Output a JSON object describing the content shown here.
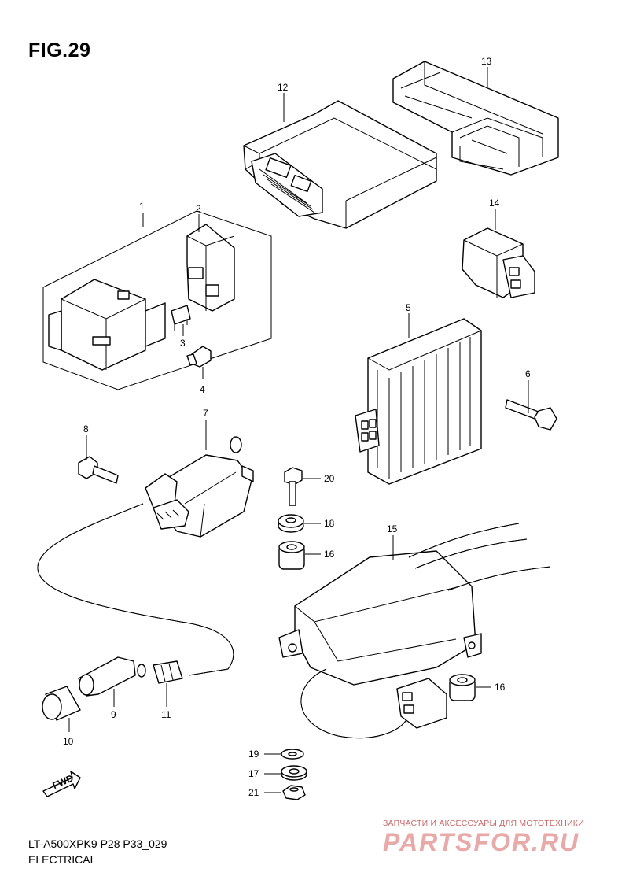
{
  "figure": {
    "title": "FIG.29",
    "model_code": "LT-A500XPK9 P28 P33_029",
    "section": "ELECTRICAL"
  },
  "callouts": [
    {
      "id": "c1",
      "label": "1"
    },
    {
      "id": "c2",
      "label": "2"
    },
    {
      "id": "c3",
      "label": "3"
    },
    {
      "id": "c4",
      "label": "4"
    },
    {
      "id": "c5",
      "label": "5"
    },
    {
      "id": "c6",
      "label": "6"
    },
    {
      "id": "c7",
      "label": "7"
    },
    {
      "id": "c8",
      "label": "8"
    },
    {
      "id": "c9",
      "label": "9"
    },
    {
      "id": "c10",
      "label": "10"
    },
    {
      "id": "c11",
      "label": "11"
    },
    {
      "id": "c12",
      "label": "12"
    },
    {
      "id": "c13",
      "label": "13"
    },
    {
      "id": "c14",
      "label": "14"
    },
    {
      "id": "c15",
      "label": "15"
    },
    {
      "id": "c16a",
      "label": "16"
    },
    {
      "id": "c16b",
      "label": "16"
    },
    {
      "id": "c17",
      "label": "17"
    },
    {
      "id": "c18",
      "label": "18"
    },
    {
      "id": "c19",
      "label": "19"
    },
    {
      "id": "c20",
      "label": "20"
    },
    {
      "id": "c21",
      "label": "21"
    }
  ],
  "fwd_label": "FWD",
  "watermark": {
    "tagline": "ЗАПЧАСТИ И АКСЕССУАРЫ ДЛЯ МОТОТЕХНИКИ",
    "logo": "PARTSFOR.RU"
  }
}
